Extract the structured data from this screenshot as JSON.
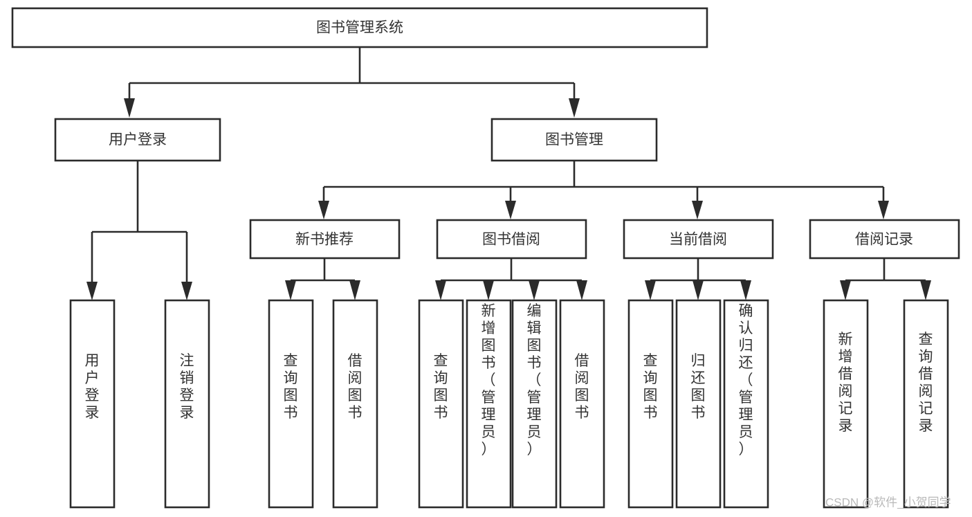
{
  "diagram": {
    "title": "图书管理系统",
    "watermark": "CSDN @软件_小贺同学",
    "colors": {
      "background": "#ffffff",
      "stroke": "#2b2b2b",
      "text": "#333333",
      "watermark": "#b9b9b9"
    },
    "root": {
      "label": "图书管理系统"
    },
    "level2": [
      {
        "label": "用户登录"
      },
      {
        "label": "图书管理"
      }
    ],
    "level3": [
      {
        "label": "新书推荐"
      },
      {
        "label": "图书借阅"
      },
      {
        "label": "当前借阅"
      },
      {
        "label": "借阅记录"
      }
    ],
    "leaves": {
      "user_login": [
        {
          "label": "用户登录"
        },
        {
          "label": "注销登录"
        }
      ],
      "new_book_recommend": [
        {
          "label": "查询图书"
        },
        {
          "label": "借阅图书"
        }
      ],
      "book_borrow": [
        {
          "label": "查询图书"
        },
        {
          "label": "新增图书（管理员）"
        },
        {
          "label": "编辑图书（管理员）"
        },
        {
          "label": "借阅图书"
        }
      ],
      "current_borrow": [
        {
          "label": "查询图书"
        },
        {
          "label": "归还图书"
        },
        {
          "label": "确认归还（管理员）"
        }
      ],
      "borrow_record": [
        {
          "label": "新增借阅记录"
        },
        {
          "label": "查询借阅记录"
        }
      ]
    }
  }
}
